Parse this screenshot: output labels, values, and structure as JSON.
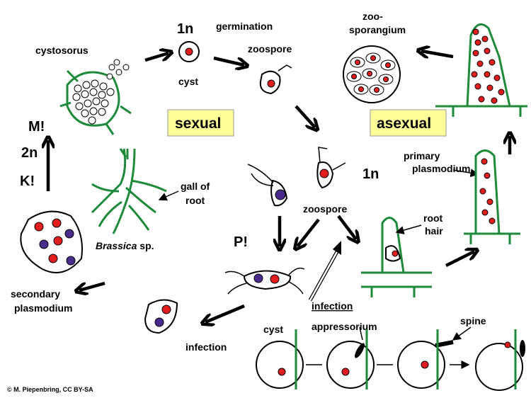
{
  "labels": {
    "ploidy_top": "1n",
    "germination": "germination",
    "zoosporangium_1": "zoo-",
    "zoosporangium_2": "sporangium",
    "cystosorus": "cystosorus",
    "zoospore_top": "zoospore",
    "cyst_top": "cyst",
    "sexual": "sexual",
    "asexual": "asexual",
    "meiosis": "M!",
    "diploid": "2n",
    "karyogamy": "K!",
    "gall_1": "gall of",
    "gall_2": "root",
    "brassica_genus": "Brassica",
    "brassica_sp": " sp.",
    "ploidy_right": "1n",
    "primary_1": "primary",
    "primary_2": "plasmodium",
    "zoospore_mid": "zoospore",
    "root_hair_1": "root",
    "root_hair_2": "hair",
    "plasmogamy": "P!",
    "secondary_1": "secondary",
    "secondary_2": "plasmodium",
    "infection_left": "infection",
    "infection_right": "infection",
    "cyst_bottom": "cyst",
    "appressorium": "appressorium",
    "spine": "spine",
    "credit": "© M. Piepenbring, CC BY-SA"
  },
  "colors": {
    "nucleus_haploid": "#e01e1e",
    "nucleus_other": "#4a2a8a",
    "host_tissue": "#1e8a3a",
    "phase_box": "#ffff99"
  }
}
